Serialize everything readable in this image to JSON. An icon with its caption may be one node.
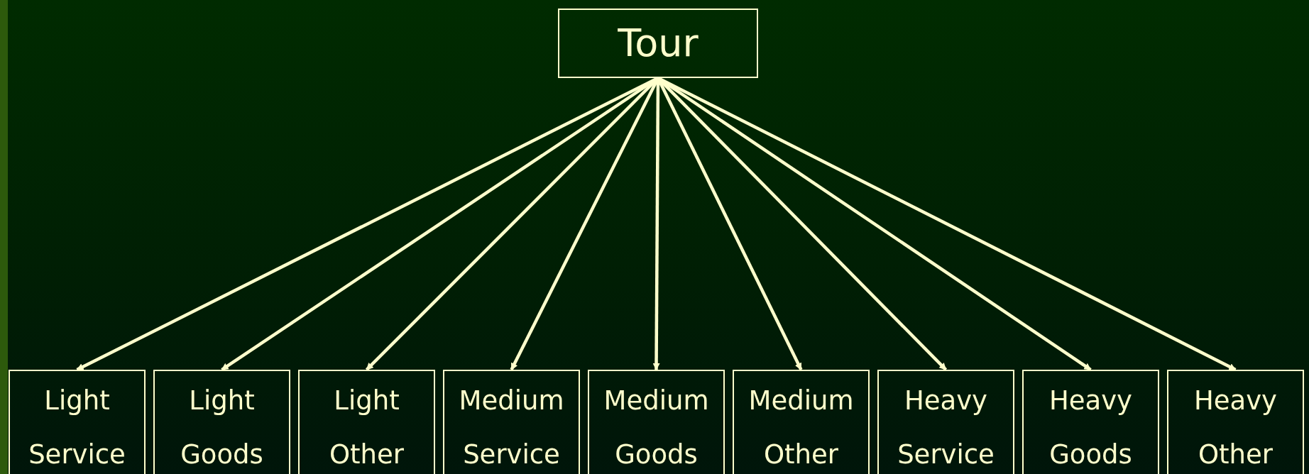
{
  "diagram": {
    "nodes": [
      {
        "text": [
          "Tour"
        ]
      },
      {
        "text": [
          "Light Service"
        ]
      },
      {
        "text": [
          "Light Goods"
        ]
      },
      {
        "text": [
          "Light Other"
        ]
      },
      {
        "text": [
          "Medium Service"
        ]
      },
      {
        "text": [
          "Medium Goods"
        ]
      },
      {
        "text": [
          "Medium Other"
        ]
      },
      {
        "text": [
          "Heavy Service"
        ]
      },
      {
        "text": [
          "Heavy Goods"
        ]
      },
      {
        "text": [
          "Heavy Other"
        ]
      }
    ],
    "edges": [
      {
        "from": 0,
        "to": 1,
        "arrow": "to"
      },
      {
        "from": 0,
        "to": 2,
        "arrow": "to"
      },
      {
        "from": 0,
        "to": 3,
        "arrow": "to"
      },
      {
        "from": 0,
        "to": 4,
        "arrow": "to"
      },
      {
        "from": 0,
        "to": 5,
        "arrow": "to"
      },
      {
        "from": 0,
        "to": 6,
        "arrow": "to"
      },
      {
        "from": 0,
        "to": 7,
        "arrow": "to"
      },
      {
        "from": 0,
        "to": 8,
        "arrow": "to"
      },
      {
        "from": 0,
        "to": 9,
        "arrow": "to"
      }
    ]
  }
}
